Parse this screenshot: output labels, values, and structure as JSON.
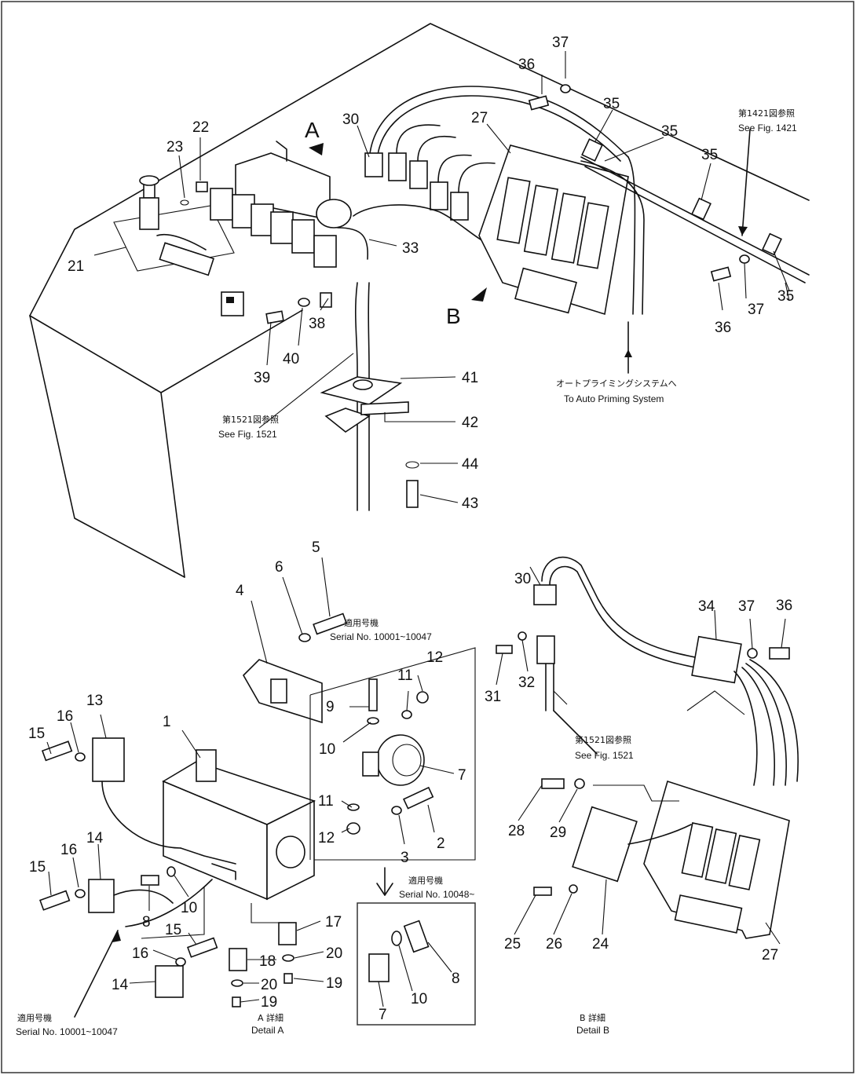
{
  "detail_labels": {
    "a": "A",
    "b": "B"
  },
  "notes": {
    "see1421_jp": "第1421図参照",
    "see1421_en": "See Fig. 1421",
    "auto_priming_jp": "オートプライミングシステムへ",
    "auto_priming_en": "To Auto Priming System",
    "see1521_jp": "第1521図参照",
    "see1521_en": "See Fig. 1521",
    "serial_a_jp": "適用号機",
    "serial_a_en": "Serial No. 10001~10047",
    "see1521b_jp": "第1521図参照",
    "see1521b_en": "See Fig. 1521",
    "serial_b_jp": "適用号機",
    "serial_b_en": "Serial No. 10048~",
    "serial_c_jp": "適用号機",
    "serial_c_en": "Serial No. 10001~10047",
    "detail_a_jp": "A 詳細",
    "detail_a_en": "Detail A",
    "detail_b_jp": "B 詳細",
    "detail_b_en": "Detail B"
  },
  "callouts": [
    {
      "id": "c37a",
      "text": "37"
    },
    {
      "id": "c36a",
      "text": "36"
    },
    {
      "id": "c35a",
      "text": "35"
    },
    {
      "id": "c35b",
      "text": "35"
    },
    {
      "id": "c35c",
      "text": "35"
    },
    {
      "id": "c35d",
      "text": "35"
    },
    {
      "id": "c30a",
      "text": "30"
    },
    {
      "id": "c27a",
      "text": "27"
    },
    {
      "id": "c22",
      "text": "22"
    },
    {
      "id": "c23",
      "text": "23"
    },
    {
      "id": "c21",
      "text": "21"
    },
    {
      "id": "c33",
      "text": "33"
    },
    {
      "id": "c38",
      "text": "38"
    },
    {
      "id": "c40",
      "text": "40"
    },
    {
      "id": "c39",
      "text": "39"
    },
    {
      "id": "c36b",
      "text": "36"
    },
    {
      "id": "c37b",
      "text": "37"
    },
    {
      "id": "c41",
      "text": "41"
    },
    {
      "id": "c42",
      "text": "42"
    },
    {
      "id": "c44",
      "text": "44"
    },
    {
      "id": "c43",
      "text": "43"
    },
    {
      "id": "c5",
      "text": "5"
    },
    {
      "id": "c6",
      "text": "6"
    },
    {
      "id": "c4",
      "text": "4"
    },
    {
      "id": "c12a",
      "text": "12"
    },
    {
      "id": "c11a",
      "text": "11"
    },
    {
      "id": "c9",
      "text": "9"
    },
    {
      "id": "c10a",
      "text": "10"
    },
    {
      "id": "c7a",
      "text": "7"
    },
    {
      "id": "c11b",
      "text": "11"
    },
    {
      "id": "c12b",
      "text": "12"
    },
    {
      "id": "c2",
      "text": "2"
    },
    {
      "id": "c3",
      "text": "3"
    },
    {
      "id": "c1",
      "text": "1"
    },
    {
      "id": "c13",
      "text": "13"
    },
    {
      "id": "c16a",
      "text": "16"
    },
    {
      "id": "c15a",
      "text": "15"
    },
    {
      "id": "c14a",
      "text": "14"
    },
    {
      "id": "c16b",
      "text": "16"
    },
    {
      "id": "c15b",
      "text": "15"
    },
    {
      "id": "c8a",
      "text": "8"
    },
    {
      "id": "c10b",
      "text": "10"
    },
    {
      "id": "c15c",
      "text": "15"
    },
    {
      "id": "c16c",
      "text": "16"
    },
    {
      "id": "c14b",
      "text": "14"
    },
    {
      "id": "c17",
      "text": "17"
    },
    {
      "id": "c18",
      "text": "18"
    },
    {
      "id": "c20a",
      "text": "20"
    },
    {
      "id": "c20b",
      "text": "20"
    },
    {
      "id": "c19a",
      "text": "19"
    },
    {
      "id": "c19b",
      "text": "19"
    },
    {
      "id": "c8b",
      "text": "8"
    },
    {
      "id": "c10c",
      "text": "10"
    },
    {
      "id": "c7b",
      "text": "7"
    },
    {
      "id": "c30b",
      "text": "30"
    },
    {
      "id": "c31",
      "text": "31"
    },
    {
      "id": "c32",
      "text": "32"
    },
    {
      "id": "c34",
      "text": "34"
    },
    {
      "id": "c37c",
      "text": "37"
    },
    {
      "id": "c36c",
      "text": "36"
    },
    {
      "id": "c28",
      "text": "28"
    },
    {
      "id": "c29",
      "text": "29"
    },
    {
      "id": "c25",
      "text": "25"
    },
    {
      "id": "c26",
      "text": "26"
    },
    {
      "id": "c24",
      "text": "24"
    },
    {
      "id": "c27b",
      "text": "27"
    }
  ]
}
